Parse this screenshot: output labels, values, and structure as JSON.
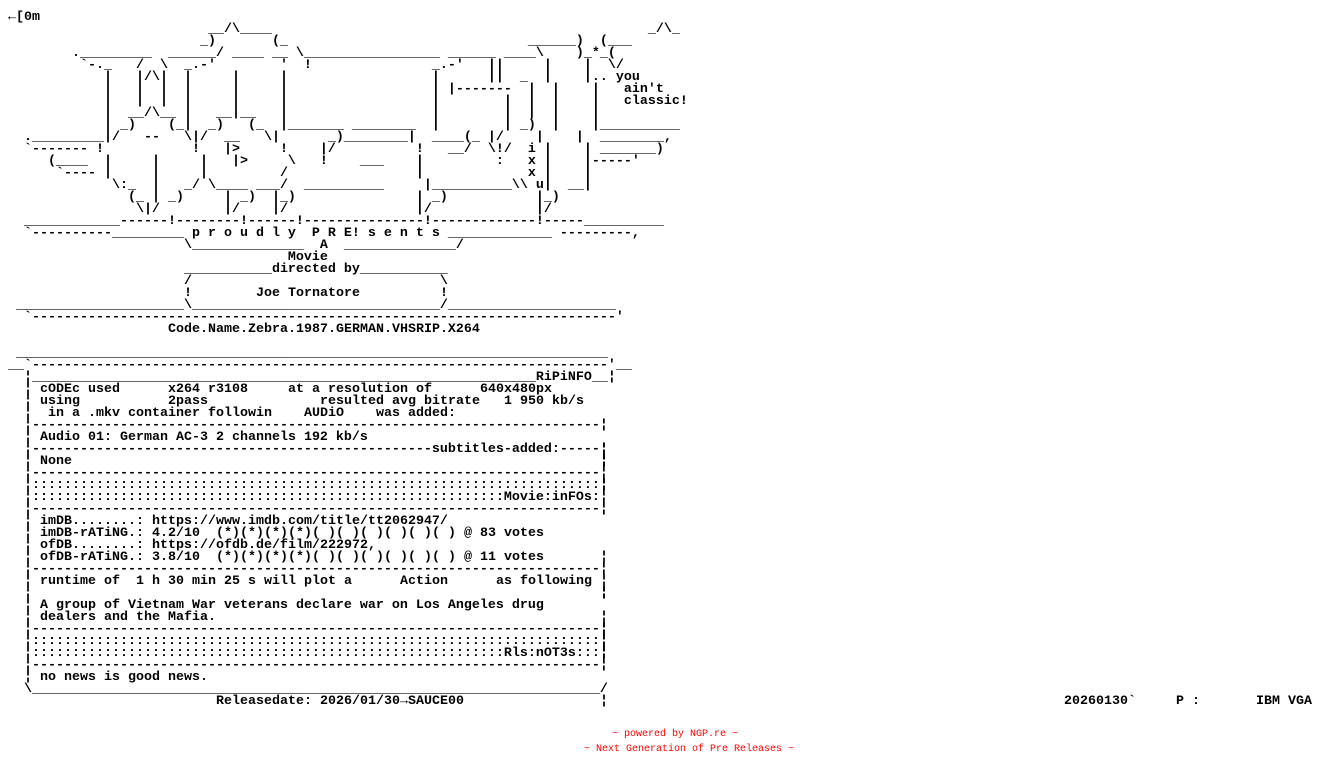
{
  "header": {
    "escape_code": "←[0m",
    "art": [
      "",
      "                         __/\\____                                               _/\\_",
      "                        _)       (_                              ______)  (___",
      "        ._________  ______/ ____ __ \\_________________ ______ ____\\    )_*_(",
      "         `-._   /  \\  _.-'        '  !               _.-'   ||     |    |  \\/",
      "            |   |/\\|  |     |     |                  |      ||  _  |    |.. you",
      "            |   |  |  |     |     |                  | |-------  |  |    |   ain't",
      "            |   |  |  |     |     |                  |        |  |  |    |   classic!",
      "            |  __/\\__ |   __|__   |                  |        |  |  |    |",
      "            | _)    (_|  _)   (_  |_______ ________  |        | _)  |    |__________",
      "  ._________|/   --   \\|/  __   \\|      _)________|  ____(_ |/    |    |  ________,",
      "  `------- !           !   |>     !    |/          !   __/  \\!/  i |    | _______)",
      "     (____  |     |     |   |>     \\   !    ___    |         :   x |    |-----'",
      "      `---- |     |     |         /                |             x |    |",
      "             \\:_  |   _/ \\____ ___/  __________     |__________\\\\ u|  __|",
      "               (_ | _)     | _)  |_)               | _)           |_)",
      "                \\|/        |/    |/                |/             |/",
      "  ____________------!--------!------!---------------!-------------!-----__________",
      "  `----------_________ p r o u d l y  P R E! s e n t s _____________ ---------,",
      "                      \\______________  A  ______________/",
      "                                   Movie",
      "                      ___________directed by___________",
      "                      /                               \\",
      "                      !                               !",
      " _____________________\\_______________________________/_____________________",
      "  `-------------------------------------------------------------------------'"
    ],
    "director": "Joe Tornatore",
    "release_name": "Code.Name.Zebra.1987.GERMAN.VHSRIP.X264"
  },
  "box": {
    "top_line": " __________________________________________________________________________",
    "top_line2": "__`------------------------------------------------------------------------'__",
    "ripinfo_line": "¦_______________________________________________________________RiPiNFO__¦",
    "dash_line": "¦-----------------------------------------------------------------------¦",
    "colon_line": "¦:::::::::::::::::::::::::::::::::::::::::::::::::::::::::::::::::::::::¦",
    "subtitles_line": "¦--------------------------------------------------subtitles-added:-----¦",
    "movieinfos_line": "¦:::::::::::::::::::::::::::::::::::::::::::::::::::::::::::Movie:inFOs:¦",
    "rlsnotes_line": "¦:::::::::::::::::::::::::::::::::::::::::::::::::::::::::::Rls:nOT3s:::¦",
    "bottom_line": "\\_______________________________________________________________________/"
  },
  "ripinfo": {
    "codec_label": "cODEc used",
    "codec": "x264 r3108",
    "resolution_label": "at a resolution of",
    "resolution": "640x480px",
    "using_label": "using",
    "pass": "2pass",
    "bitrate_label": "resulted avg bitrate",
    "bitrate": "1 950 kb/s",
    "container_label": "in a .mkv container followin",
    "audio_label": "AUDiO",
    "added_label": "was added:",
    "audio_track": "Audio 01: German AC-3 2 channels 192 kb/s",
    "subtitles": "None"
  },
  "movie": {
    "imdb_label": "imDB........:",
    "imdb_url": "https://www.imdb.com/title/tt2062947/",
    "imdb_rating_label": "imDB-rATiNG.:",
    "imdb_rating": "4.2/10",
    "imdb_stars": "(*)(*)(*)(*)( )( )( )( )( )( )",
    "imdb_votes": "@ 83 votes",
    "ofdb_label": "ofDB........:",
    "ofdb_url": "https://ofdb.de/film/222972,",
    "ofdb_rating_label": "ofDB-rATiNG.:",
    "ofdb_rating": "3.8/10",
    "ofdb_stars": "(*)(*)(*)(*)( )( )( )( )( )( )",
    "ofdb_votes": "@ 11 votes",
    "runtime_label": "runtime of",
    "runtime": "1 h 30 min 25 s",
    "plot_label": "will plot a",
    "genre": "Action",
    "following_label": "as following",
    "plot_line1": "A group of Vietnam War veterans declare war on Los Angeles drug",
    "plot_line2": "dealers and the Mafia."
  },
  "notes": {
    "text": "no news is good news."
  },
  "footer": {
    "release_date": "Releasedate: 2026/01/30→SAUCE00",
    "date_code": "20260130`",
    "p_label": "P :",
    "font_label": "IBM VGA",
    "powered_by": "~ powered by NGP.re ~",
    "tagline": "~ Next Generation of Pre Releases ~"
  }
}
